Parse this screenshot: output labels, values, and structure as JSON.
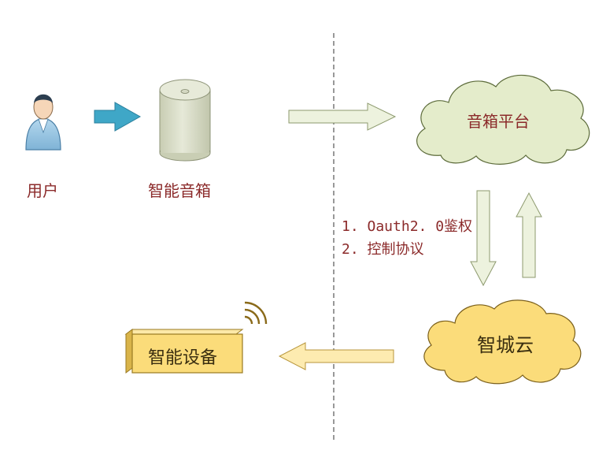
{
  "nodes": {
    "user": "用户",
    "smart_speaker": "智能音箱",
    "speaker_platform": "音箱平台",
    "smart_city_cloud": "智城云",
    "smart_device": "智能设备"
  },
  "annotations": {
    "step1": "1. Oauth2. 0鉴权",
    "step2": "2. 控制协议"
  },
  "colors": {
    "label_text": "#8b2a2a",
    "platform_cloud": "#e4eccb",
    "city_cloud": "#fbdc7a",
    "device_box": "#fbdc7a",
    "blue_arrow": "#3fa7c7",
    "green_arrow": "#edf2de",
    "yellow_arrow": "#fdebb0"
  }
}
